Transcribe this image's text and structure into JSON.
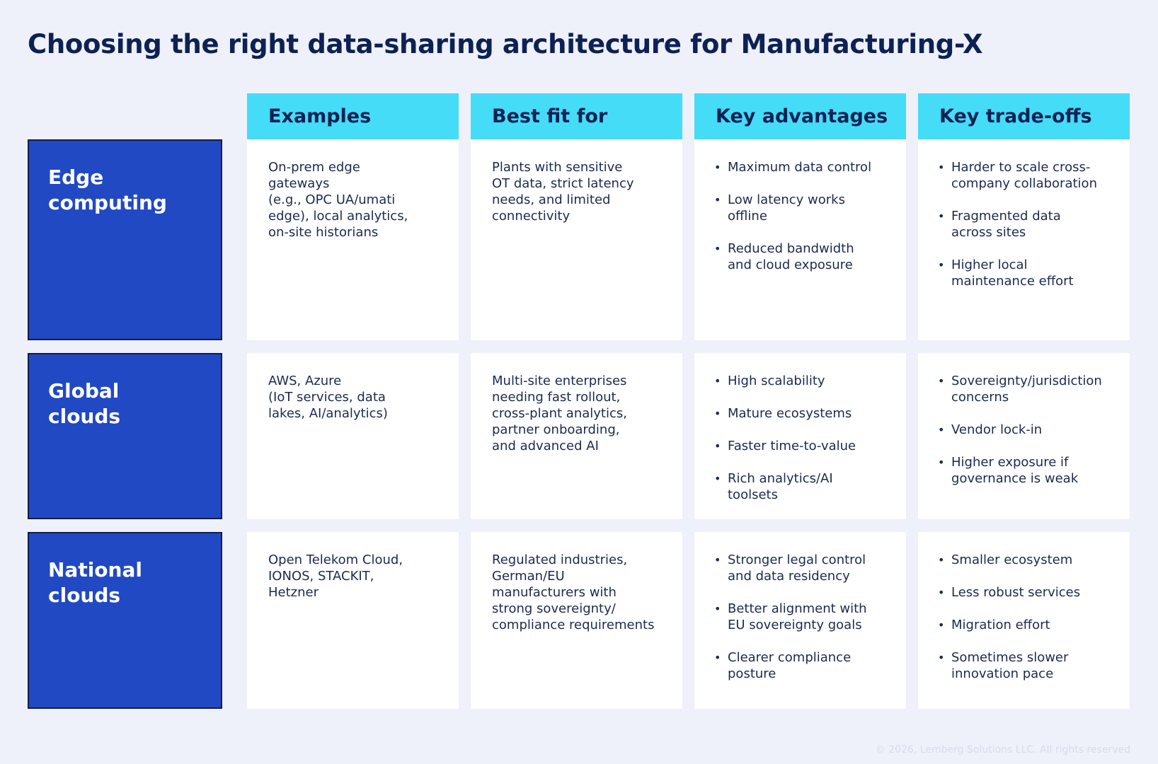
{
  "title": "Choosing the right data-sharing architecture for Manufacturing-X",
  "columns": [
    "Examples",
    "Best fit for",
    "Key advantages",
    "Key trade-offs"
  ],
  "rows": [
    {
      "label": [
        "Edge",
        "computing"
      ],
      "examples": [
        "On-prem edge",
        "gateways",
        "(e.g., OPC UA/umati",
        "edge), local analytics,",
        "on-site historians"
      ],
      "best_fit": [
        "Plants with sensitive",
        "OT data, strict latency",
        "needs, and limited",
        "connectivity"
      ],
      "advantages": [
        [
          "Maximum data control"
        ],
        [
          "Low latency works",
          "offline"
        ],
        [
          "Reduced bandwidth",
          "and cloud exposure"
        ]
      ],
      "tradeoffs": [
        [
          "Harder to scale cross-",
          "company collaboration"
        ],
        [
          "Fragmented data",
          "across sites"
        ],
        [
          "Higher local",
          "maintenance effort"
        ]
      ]
    },
    {
      "label": [
        "Global",
        "clouds"
      ],
      "examples": [
        "AWS, Azure",
        "(IoT services, data",
        "lakes, AI/analytics)"
      ],
      "best_fit": [
        "Multi-site enterprises",
        "needing fast rollout,",
        "cross-plant analytics,",
        "partner onboarding,",
        "and advanced AI"
      ],
      "advantages": [
        [
          "High scalability"
        ],
        [
          "Mature ecosystems"
        ],
        [
          "Faster time-to-value"
        ],
        [
          "Rich analytics/AI",
          "toolsets"
        ]
      ],
      "tradeoffs": [
        [
          "Sovereignty/jurisdiction",
          "concerns"
        ],
        [
          "Vendor lock-in"
        ],
        [
          "Higher exposure if",
          "governance is weak"
        ]
      ]
    },
    {
      "label": [
        "National",
        "clouds"
      ],
      "examples": [
        "Open Telekom Cloud,",
        "IONOS, STACKIT,",
        "Hetzner"
      ],
      "best_fit": [
        "Regulated industries,",
        "German/EU",
        "manufacturers with",
        "strong sovereignty/",
        "compliance requirements"
      ],
      "advantages": [
        [
          "Stronger legal control",
          "and data residency"
        ],
        [
          "Better alignment with",
          "EU sovereignty goals"
        ],
        [
          "Clearer compliance",
          "posture"
        ]
      ],
      "tradeoffs": [
        [
          "Smaller ecosystem"
        ],
        [
          "Less robust services"
        ],
        [
          "Migration effort"
        ],
        [
          "Sometimes slower",
          "innovation pace"
        ]
      ]
    }
  ],
  "footer": "© 2026, Lemberg Solutions LLC. All rights reserved",
  "colors": {
    "background": "#eef0fa",
    "header": "#45dcf8",
    "row_label": "#2149c4",
    "title": "#0d2153"
  }
}
